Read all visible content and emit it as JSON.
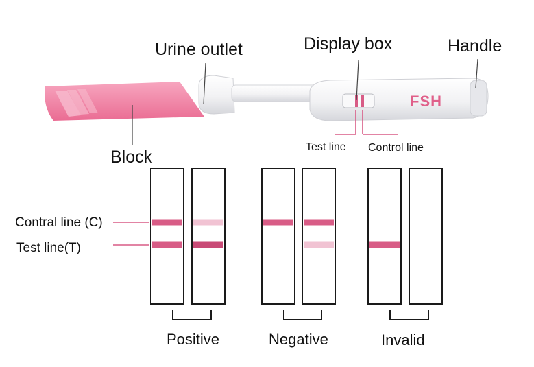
{
  "device": {
    "labels": {
      "urine_outlet": "Urine outlet",
      "display_box": "Display box",
      "handle": "Handle",
      "block": "Block",
      "test_line": "Test line",
      "control_line": "Control line"
    },
    "brand": "FSH"
  },
  "legend": {
    "control_line": "Contral line (C)",
    "test_line": "Test line(T)"
  },
  "results": [
    {
      "name": "Positive",
      "strips": [
        {
          "c": "strong",
          "t": "strong"
        },
        {
          "c": "faint",
          "t": "dark"
        }
      ]
    },
    {
      "name": "Negative",
      "strips": [
        {
          "c": "strong",
          "t": "none"
        },
        {
          "c": "strong",
          "t": "faint"
        }
      ]
    },
    {
      "name": "Invalid",
      "strips": [
        {
          "c": "none",
          "t": "strong"
        },
        {
          "c": "none",
          "t": "none"
        }
      ]
    }
  ],
  "colors": {
    "strong": "#d85c86",
    "dark": "#c94a76",
    "faint": "#f1c3d3",
    "block_pink": "#ee7a9e",
    "brand_pink": "#e0608a"
  }
}
